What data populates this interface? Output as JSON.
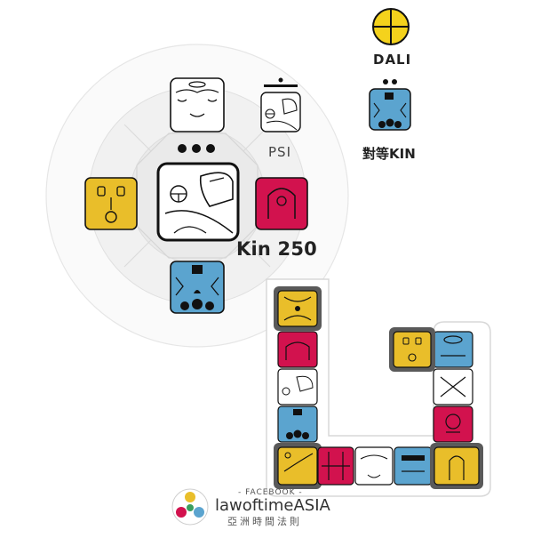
{
  "labels": {
    "kin": "Kin 250",
    "psi": "PSI",
    "dali": "DALI",
    "equal_kin": "對等KIN"
  },
  "brand": {
    "facebook": "- FACEBOOK -",
    "name": "lawoftimeASIA",
    "subtitle": "亞洲時間法則"
  },
  "colors": {
    "yellow": "#e9be2a",
    "red": "#d2124e",
    "blue": "#5ba4cf",
    "white": "#ffffff",
    "dark": "#111111",
    "ring": "#e4e4e4",
    "panel_border": "#d8d8d8",
    "tile_border": "#5a5a5a"
  }
}
